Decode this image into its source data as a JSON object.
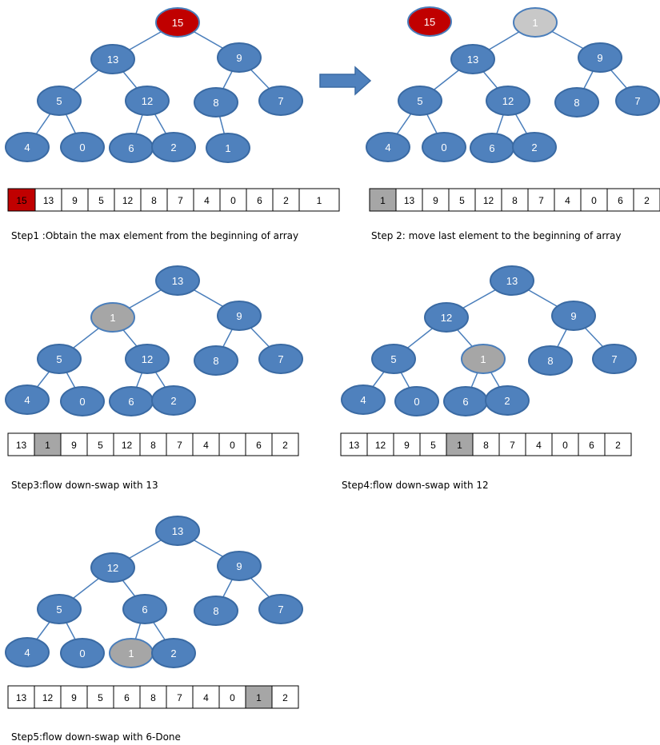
{
  "colors": {
    "node_fill": "#4f81bd",
    "node_stroke": "#3a6aa3",
    "edge": "#4a7ebb",
    "max_fill": "#c00000",
    "max_stroke": "#4a7ebb",
    "moved_fill": "#a6a6a6",
    "moved_fill_light": "#c8c8c8",
    "cell_border": "#000000",
    "arrow_fill": "#4f81bd"
  },
  "arrow_icon": "right-arrow-icon",
  "panels": [
    {
      "id": "step1",
      "caption": "Step1 :Obtain the max element from the beginning of array",
      "nodes": [
        {
          "label": "15",
          "state": "max"
        },
        {
          "label": "13"
        },
        {
          "label": "9"
        },
        {
          "label": "5"
        },
        {
          "label": "12"
        },
        {
          "label": "8"
        },
        {
          "label": "7"
        },
        {
          "label": "4"
        },
        {
          "label": "0"
        },
        {
          "label": "6"
        },
        {
          "label": "2"
        },
        {
          "label": "1"
        }
      ],
      "array": [
        {
          "value": "15",
          "state": "max"
        },
        {
          "value": "13"
        },
        {
          "value": "9"
        },
        {
          "value": "5"
        },
        {
          "value": "12"
        },
        {
          "value": "8"
        },
        {
          "value": "7"
        },
        {
          "value": "4"
        },
        {
          "value": "0"
        },
        {
          "value": "6"
        },
        {
          "value": "2"
        },
        {
          "value": "1"
        }
      ]
    },
    {
      "id": "step2",
      "caption": "Step 2: move last element to the beginning of array",
      "removed_label": "15",
      "nodes": [
        {
          "label": "1",
          "state": "moved-light"
        },
        {
          "label": "13"
        },
        {
          "label": "9"
        },
        {
          "label": "5"
        },
        {
          "label": "12"
        },
        {
          "label": "8"
        },
        {
          "label": "7"
        },
        {
          "label": "4"
        },
        {
          "label": "0"
        },
        {
          "label": "6"
        },
        {
          "label": "2"
        }
      ],
      "array": [
        {
          "value": "1",
          "state": "moved"
        },
        {
          "value": "13"
        },
        {
          "value": "9"
        },
        {
          "value": "5"
        },
        {
          "value": "12"
        },
        {
          "value": "8"
        },
        {
          "value": "7"
        },
        {
          "value": "4"
        },
        {
          "value": "0"
        },
        {
          "value": "6"
        },
        {
          "value": "2"
        }
      ]
    },
    {
      "id": "step3",
      "caption": "Step3:flow down-swap with 13",
      "nodes": [
        {
          "label": "13"
        },
        {
          "label": "1",
          "state": "moved"
        },
        {
          "label": "9"
        },
        {
          "label": "5"
        },
        {
          "label": "12"
        },
        {
          "label": "8"
        },
        {
          "label": "7"
        },
        {
          "label": "4"
        },
        {
          "label": "0"
        },
        {
          "label": "6"
        },
        {
          "label": "2"
        }
      ],
      "array": [
        {
          "value": "13"
        },
        {
          "value": "1",
          "state": "moved"
        },
        {
          "value": "9"
        },
        {
          "value": "5"
        },
        {
          "value": "12"
        },
        {
          "value": "8"
        },
        {
          "value": "7"
        },
        {
          "value": "4"
        },
        {
          "value": "0"
        },
        {
          "value": "6"
        },
        {
          "value": "2"
        }
      ]
    },
    {
      "id": "step4",
      "caption": "Step4:flow down-swap with 12",
      "nodes": [
        {
          "label": "13"
        },
        {
          "label": "12"
        },
        {
          "label": "9"
        },
        {
          "label": "5"
        },
        {
          "label": "1",
          "state": "moved"
        },
        {
          "label": "8"
        },
        {
          "label": "7"
        },
        {
          "label": "4"
        },
        {
          "label": "0"
        },
        {
          "label": "6"
        },
        {
          "label": "2"
        }
      ],
      "array": [
        {
          "value": "13"
        },
        {
          "value": "12"
        },
        {
          "value": "9"
        },
        {
          "value": "5"
        },
        {
          "value": "1",
          "state": "moved"
        },
        {
          "value": "8"
        },
        {
          "value": "7"
        },
        {
          "value": "4"
        },
        {
          "value": "0"
        },
        {
          "value": "6"
        },
        {
          "value": "2"
        }
      ]
    },
    {
      "id": "step5",
      "caption": "Step5:flow down-swap with 6-Done",
      "nodes": [
        {
          "label": "13"
        },
        {
          "label": "12"
        },
        {
          "label": "9"
        },
        {
          "label": "5"
        },
        {
          "label": "6"
        },
        {
          "label": "8"
        },
        {
          "label": "7"
        },
        {
          "label": "4"
        },
        {
          "label": "0"
        },
        {
          "label": "1",
          "state": "moved"
        },
        {
          "label": "2"
        }
      ],
      "array": [
        {
          "value": "13"
        },
        {
          "value": "12"
        },
        {
          "value": "9"
        },
        {
          "value": "5"
        },
        {
          "value": "6"
        },
        {
          "value": "8"
        },
        {
          "value": "7"
        },
        {
          "value": "4"
        },
        {
          "value": "0"
        },
        {
          "value": "1",
          "state": "moved"
        },
        {
          "value": "2"
        }
      ]
    }
  ]
}
